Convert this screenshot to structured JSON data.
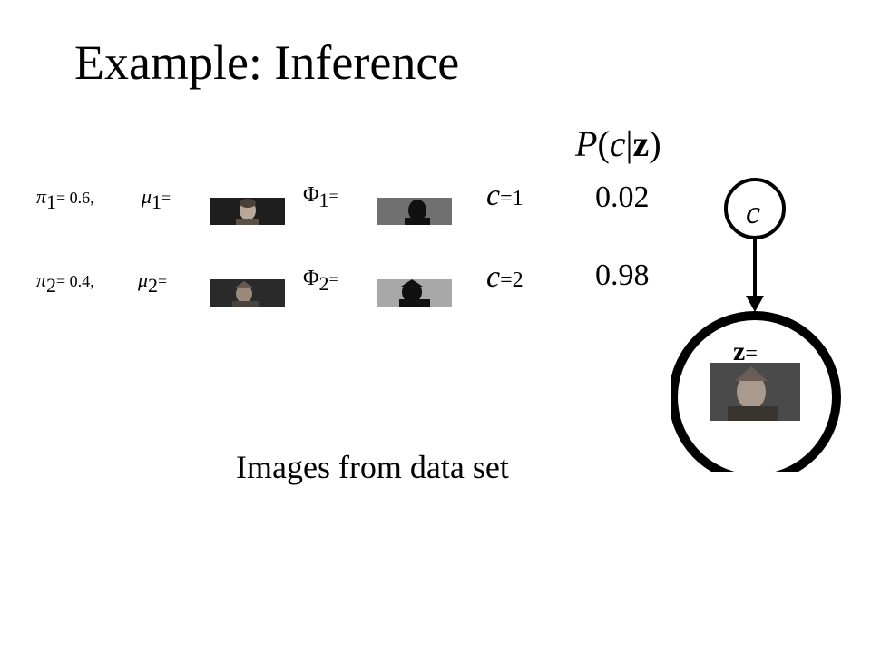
{
  "title": "Example: Inference",
  "posterior_header": {
    "p": "P",
    "open": "(",
    "c": "c",
    "bar": "|",
    "z": "z",
    "close": ")"
  },
  "components": [
    {
      "pi_symbol": "π",
      "index": "1",
      "pi_value": "= 0.6,",
      "mu_symbol": "μ",
      "mu_eq": "=",
      "phi_symbol": "Φ",
      "phi_eq": "=",
      "c_symbol": "c",
      "c_value": "=1",
      "probability": "0.02"
    },
    {
      "pi_symbol": "π",
      "index": "2",
      "pi_value": "= 0.4,",
      "mu_symbol": "μ",
      "mu_eq": "=",
      "phi_symbol": "Φ",
      "phi_eq": "=",
      "c_symbol": "c",
      "c_value": "=2",
      "probability": "0.98"
    }
  ],
  "graph": {
    "latent_node_label": "c",
    "observed_node_label": "z",
    "observed_node_eq": "="
  },
  "caption": "Images from data set",
  "colors": {
    "ink": "#000000",
    "background": "#ffffff",
    "thumb_dark": "#1e1e1e",
    "thumb_grey_1": "#707070",
    "thumb_grey_2": "#a8a8a8"
  }
}
